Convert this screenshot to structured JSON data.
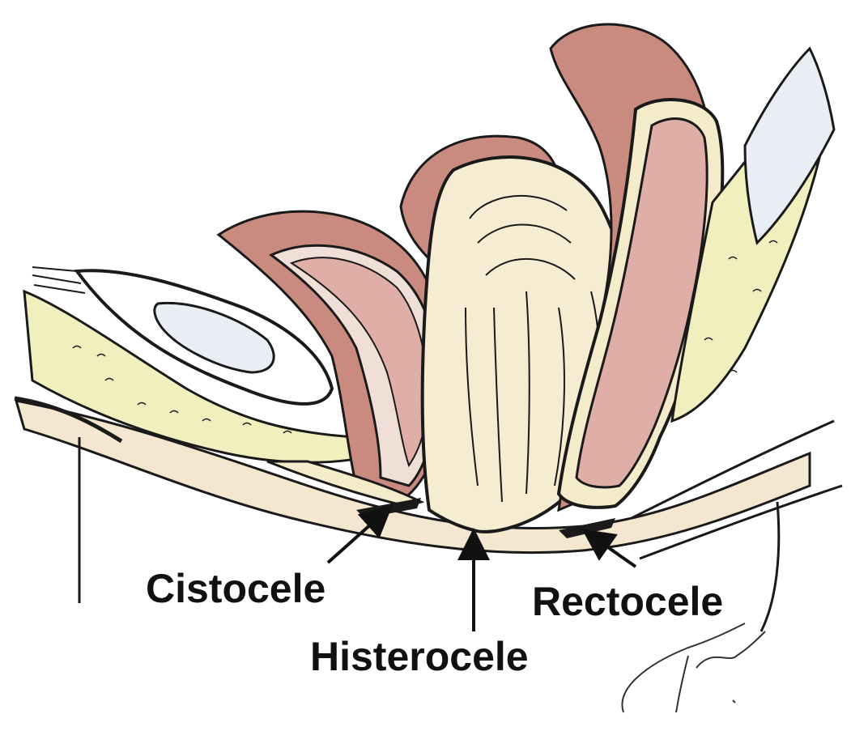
{
  "labels": {
    "cistocele": "Cistocele",
    "histerocele": "Histerocele",
    "rectocele": "Rectocele"
  },
  "colors": {
    "outline": "#1a1a1a",
    "cream": "#f3ebc9",
    "yellow_fat": "#f1efbe",
    "rose_peritoneum": "#c98a80",
    "pink_mucosa": "#dfaea6",
    "uterus": "#f5ecd2",
    "bladder_lumen": "#ffffff",
    "skin": "#f4e6cf"
  }
}
